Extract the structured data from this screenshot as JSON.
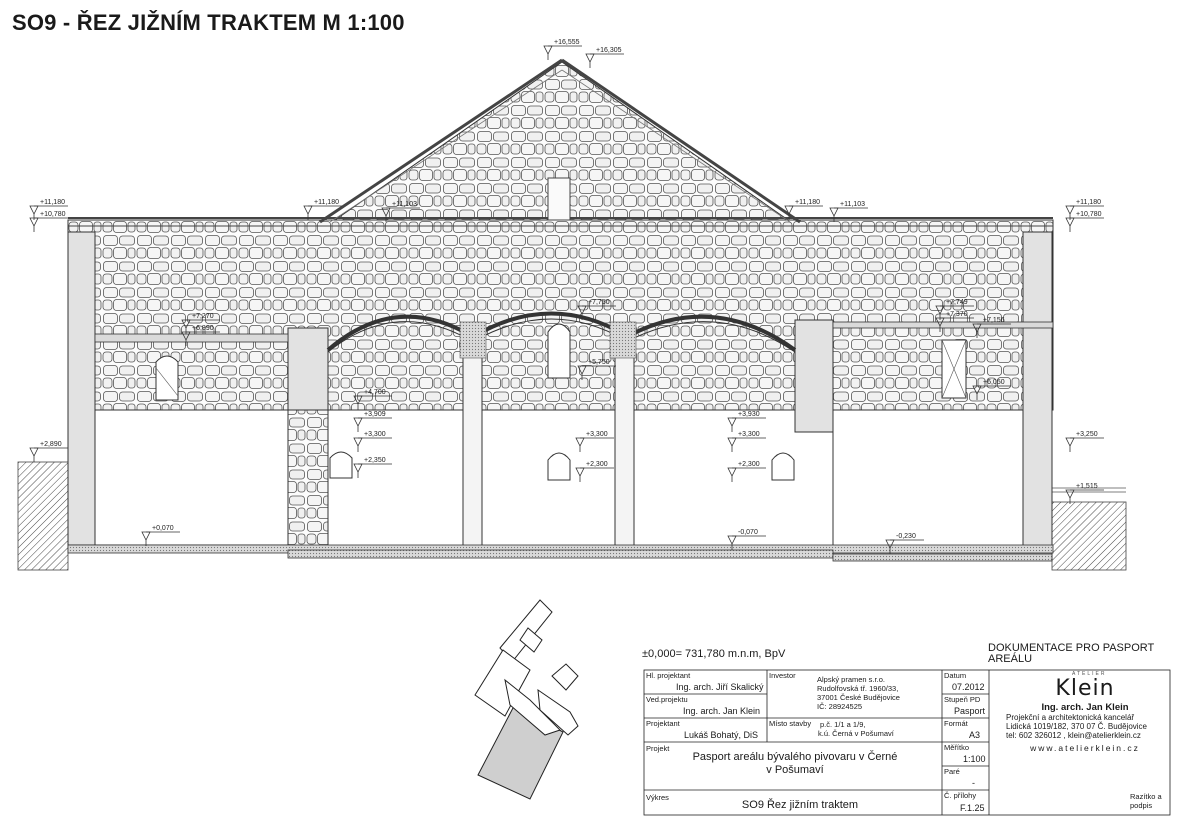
{
  "title": "SO9 - ŘEZ JIŽNÍM TRAKTEM M 1:100",
  "levels": [
    {
      "id": "L1",
      "text": "+16,555"
    },
    {
      "id": "L2",
      "text": "+16,305"
    },
    {
      "id": "L3",
      "text": "+11,180"
    },
    {
      "id": "L4",
      "text": "+10,780"
    },
    {
      "id": "L5",
      "text": "+11,180"
    },
    {
      "id": "L6",
      "text": "+11,103"
    },
    {
      "id": "L7",
      "text": "+11,180"
    },
    {
      "id": "L8",
      "text": "+11,103"
    },
    {
      "id": "L9",
      "text": "+11,180"
    },
    {
      "id": "L10",
      "text": "+10,780"
    },
    {
      "id": "L11",
      "text": "+7,270"
    },
    {
      "id": "L12",
      "text": "+6,890"
    },
    {
      "id": "L13",
      "text": "+7,750"
    },
    {
      "id": "L14",
      "text": "+5,750"
    },
    {
      "id": "L15",
      "text": "+7,749"
    },
    {
      "id": "L16",
      "text": "+7,370"
    },
    {
      "id": "L17",
      "text": "+7,156"
    },
    {
      "id": "L18",
      "text": "+6,050"
    },
    {
      "id": "L19",
      "text": "+4,700"
    },
    {
      "id": "L20",
      "text": "+3,909"
    },
    {
      "id": "L21",
      "text": "+3,300"
    },
    {
      "id": "L22",
      "text": "+2,350"
    },
    {
      "id": "L23",
      "text": "+3,300"
    },
    {
      "id": "L24",
      "text": "+2,300"
    },
    {
      "id": "L25",
      "text": "+3,930"
    },
    {
      "id": "L26",
      "text": "+3,300"
    },
    {
      "id": "L27",
      "text": "+2,300"
    },
    {
      "id": "L28",
      "text": "+2,890"
    },
    {
      "id": "L29",
      "text": "+3,250"
    },
    {
      "id": "L30",
      "text": "+1,515"
    },
    {
      "id": "L31",
      "text": "+0,070"
    },
    {
      "id": "L32",
      "text": "-0,070"
    },
    {
      "id": "L33",
      "text": "-0,230"
    }
  ],
  "datum": "±0,000= 731,780 m.n.m,  BpV",
  "doc_type": "DOKUMENTACE   PRO PASPORT AREÁLU",
  "titleblock": {
    "hl_projektant_label": "Hl. projektant",
    "hl_projektant": "Ing. arch. Jiří Skalický",
    "ved_projektu_label": "Ved.projektu",
    "ved_projektu": "Ing. arch. Jan Klein",
    "projektant_label": "Projektant",
    "projektant": "Lukáš Bohatý, DiS",
    "investor_label": "Investor",
    "investor": [
      "Alpský pramen s.r.o.",
      "Rudolfovská tř. 1960/33,",
      "37001 České Budějovice",
      "IČ: 28924525"
    ],
    "misto_label": "Místo stavby",
    "misto": [
      "p.č. 1/1 a 1/9,",
      "k.ú. Černá v Pošumaví"
    ],
    "projekt_label": "Projekt",
    "projekt": [
      "Pasport areálu bývalého pivovaru v Černé",
      "v Pošumaví"
    ],
    "vykres_label": "Výkres",
    "vykres": "SO9 Řez jižním traktem",
    "datum_label": "Datum",
    "datum": "07.2012",
    "stupen_label": "Stupeň PD",
    "stupen": "Pasport",
    "format_label": "Formát",
    "format": "A3",
    "meritko_label": "Měřítko",
    "meritko": "1:100",
    "pare_label": "Paré",
    "pare": "-",
    "priloha_label": "Č. přílohy",
    "priloha": "F.1.25",
    "razitko_label": [
      "Razítko a",
      "podpis"
    ]
  },
  "brand": {
    "logo_small": "ATELIER",
    "logo": "Klein",
    "name": "Ing. arch. Jan Klein",
    "address": [
      "Projekční  a  architektonická  kancelář",
      "Lidická 1019/182, 370 07 Č. Budějovice",
      "tel: 602 326012 , klein@atelierklein.cz"
    ],
    "web": "www.atelierklein.cz"
  }
}
